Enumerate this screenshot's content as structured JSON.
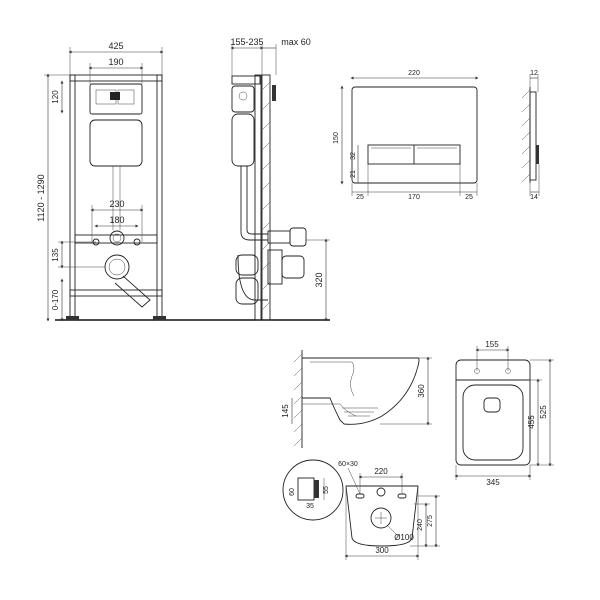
{
  "frame_front": {
    "width": "425",
    "top_width": "190",
    "top_height": "120",
    "height_range": "1120 - 1290",
    "outlet_spacing": "230",
    "stud_spacing": "180",
    "drain_height": "135",
    "leg_range": "0-170"
  },
  "frame_side": {
    "depth_range": "155-235",
    "wall_max": "max 60",
    "outlet_height": "320"
  },
  "plate_front": {
    "width": "220",
    "height": "150",
    "button_height": "32",
    "button_offset": "21",
    "left_margin": "25",
    "button_width": "170",
    "right_margin": "25"
  },
  "plate_side": {
    "thickness_top": "12",
    "thickness_bottom": "14"
  },
  "bowl_side": {
    "height": "360",
    "outlet_height": "145"
  },
  "bowl_top": {
    "bolt_spacing": "155",
    "length_inner": "455",
    "length_total": "525",
    "width": "345"
  },
  "detail_circle": {
    "dim_height": "60",
    "dim_width": "35",
    "dim_depth": "55"
  },
  "bowl_rear": {
    "slot_size": "60×30",
    "bolt_spacing": "220",
    "height_outer": "240",
    "height_inner": "275",
    "outlet_diameter": "Ø100",
    "width": "300"
  }
}
